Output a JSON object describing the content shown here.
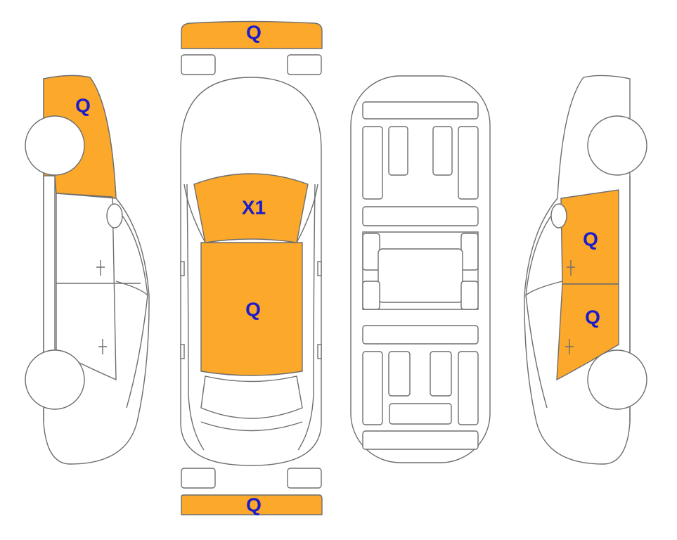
{
  "colors": {
    "damage_fill": "#FBA82B",
    "label_text": "#1C1CCB",
    "outline": "#6E6E6E",
    "background": "#FFFFFF"
  },
  "markers": {
    "front_bumper": "Q",
    "left_front_fender": "Q",
    "hood": "X1",
    "roof": "Q",
    "right_front_door": "Q",
    "right_rear_door": "Q",
    "rear_bumper": "Q"
  }
}
